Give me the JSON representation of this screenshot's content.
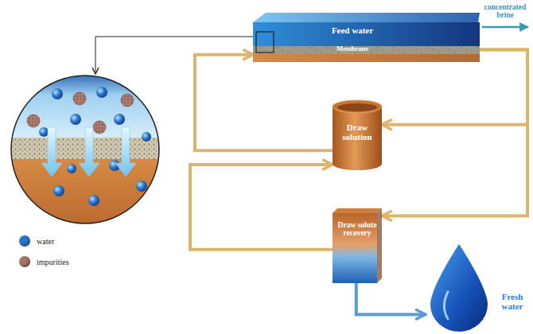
{
  "diagram": {
    "nodes": [
      {
        "text": [
          "Feed water",
          "Membrane"
        ]
      },
      {
        "text": [
          "Draw solution"
        ]
      },
      {
        "text": [
          "Draw solute recovery"
        ]
      },
      {
        "text": [
          "Fresh water"
        ]
      }
    ],
    "edges": [
      {
        "from": 1,
        "to": 0,
        "arrow": "to"
      },
      {
        "from": 0,
        "to": 1,
        "arrow": "to"
      },
      {
        "from": 0,
        "to": 2,
        "arrow": "to"
      },
      {
        "from": 2,
        "to": 1,
        "arrow": "to"
      },
      {
        "from": 2,
        "to": 3,
        "arrow": "to"
      }
    ],
    "labels": [
      "concentrated brine"
    ],
    "legend": [
      {
        "text": "water",
        "color": "#2b78d0"
      },
      {
        "text": "impurities",
        "color": "#a8756a"
      }
    ]
  }
}
